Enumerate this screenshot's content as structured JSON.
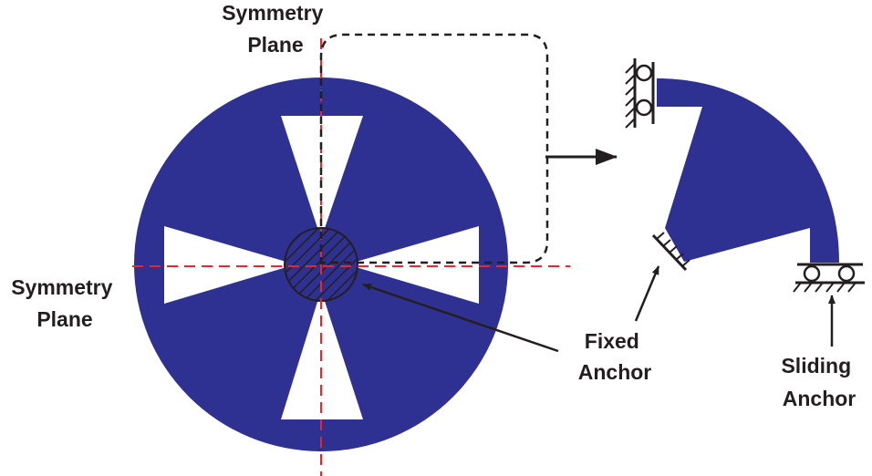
{
  "colors": {
    "fill": "#2e3192",
    "symmetry_line": "#e8262c",
    "outline": "#231f20",
    "background": "#ffffff"
  },
  "labels": {
    "symmetry_top": [
      "Symmetry",
      "Plane"
    ],
    "symmetry_left": [
      "Symmetry",
      "Plane"
    ],
    "fixed_anchor": [
      "Fixed",
      "Anchor"
    ],
    "sliding_anchor": [
      "Sliding",
      "Anchor"
    ]
  }
}
